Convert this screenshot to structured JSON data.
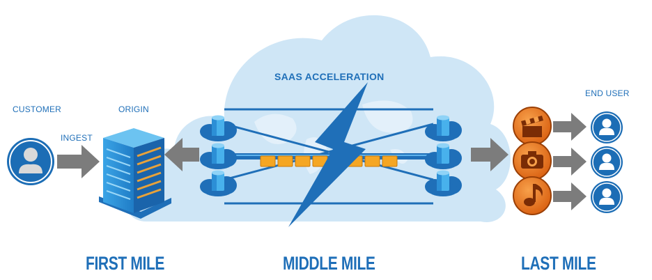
{
  "labels": {
    "customer": "CUSTOMER",
    "origin": "ORIGIN",
    "ingest": "INGEST",
    "saas_acceleration": "SAAS ACCELERATION",
    "end_user": "END USER"
  },
  "sections": {
    "first_mile": "FIRST MILE",
    "middle_mile": "MIDDLE MILE",
    "last_mile": "LAST MILE"
  },
  "colors": {
    "primary_blue": "#1f6fb8",
    "cloud_light": "#cfe6f6",
    "arrow_gray": "#7c7c7c",
    "packet_orange": "#f5a623",
    "media_orange": "#e8731e",
    "server_blue": "#2b8ed6"
  },
  "icons": {
    "customer": "user-avatar-icon",
    "origin": "server-tower-icon",
    "edge_nodes": "cloud-server-icon",
    "media": [
      "clapperboard-icon",
      "camera-icon",
      "music-note-icon"
    ],
    "end_users": "user-avatar-icon"
  }
}
